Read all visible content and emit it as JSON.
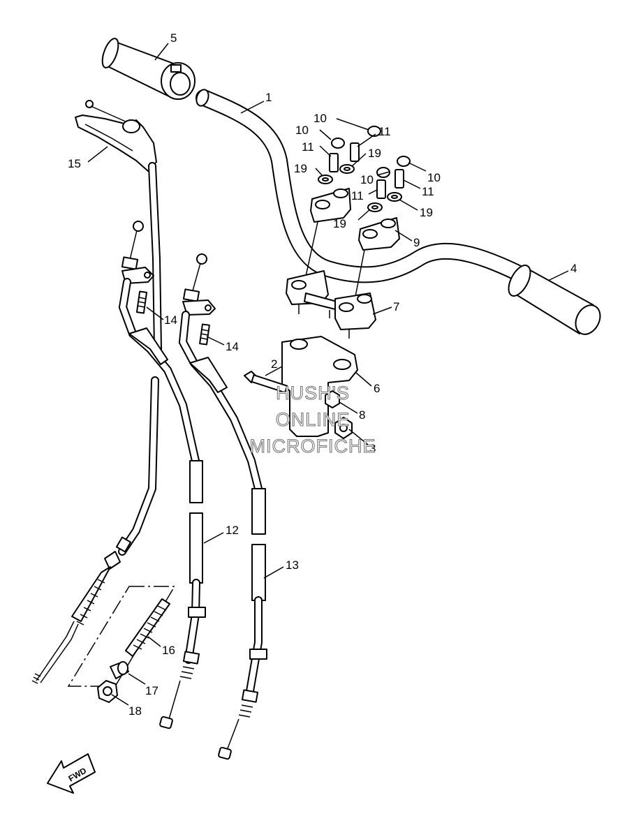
{
  "callouts": [
    {
      "id": "1",
      "label": "1"
    },
    {
      "id": "2",
      "label": "2"
    },
    {
      "id": "3",
      "label": "3"
    },
    {
      "id": "4",
      "label": "4"
    },
    {
      "id": "5",
      "label": "5"
    },
    {
      "id": "6",
      "label": "6"
    },
    {
      "id": "7",
      "label": "7"
    },
    {
      "id": "8",
      "label": "8"
    },
    {
      "id": "9",
      "label": "9"
    },
    {
      "id": "10",
      "label": "10"
    },
    {
      "id": "11",
      "label": "11"
    },
    {
      "id": "12",
      "label": "12"
    },
    {
      "id": "13",
      "label": "13"
    },
    {
      "id": "14",
      "label": "14"
    },
    {
      "id": "15",
      "label": "15"
    },
    {
      "id": "16",
      "label": "16"
    },
    {
      "id": "17",
      "label": "17"
    },
    {
      "id": "18",
      "label": "18"
    },
    {
      "id": "19",
      "label": "19"
    }
  ],
  "watermark": {
    "line1": "HUSH'S",
    "line2": "ONLINE",
    "line3": "MICROFICHE"
  },
  "fwd_label": "FWD"
}
